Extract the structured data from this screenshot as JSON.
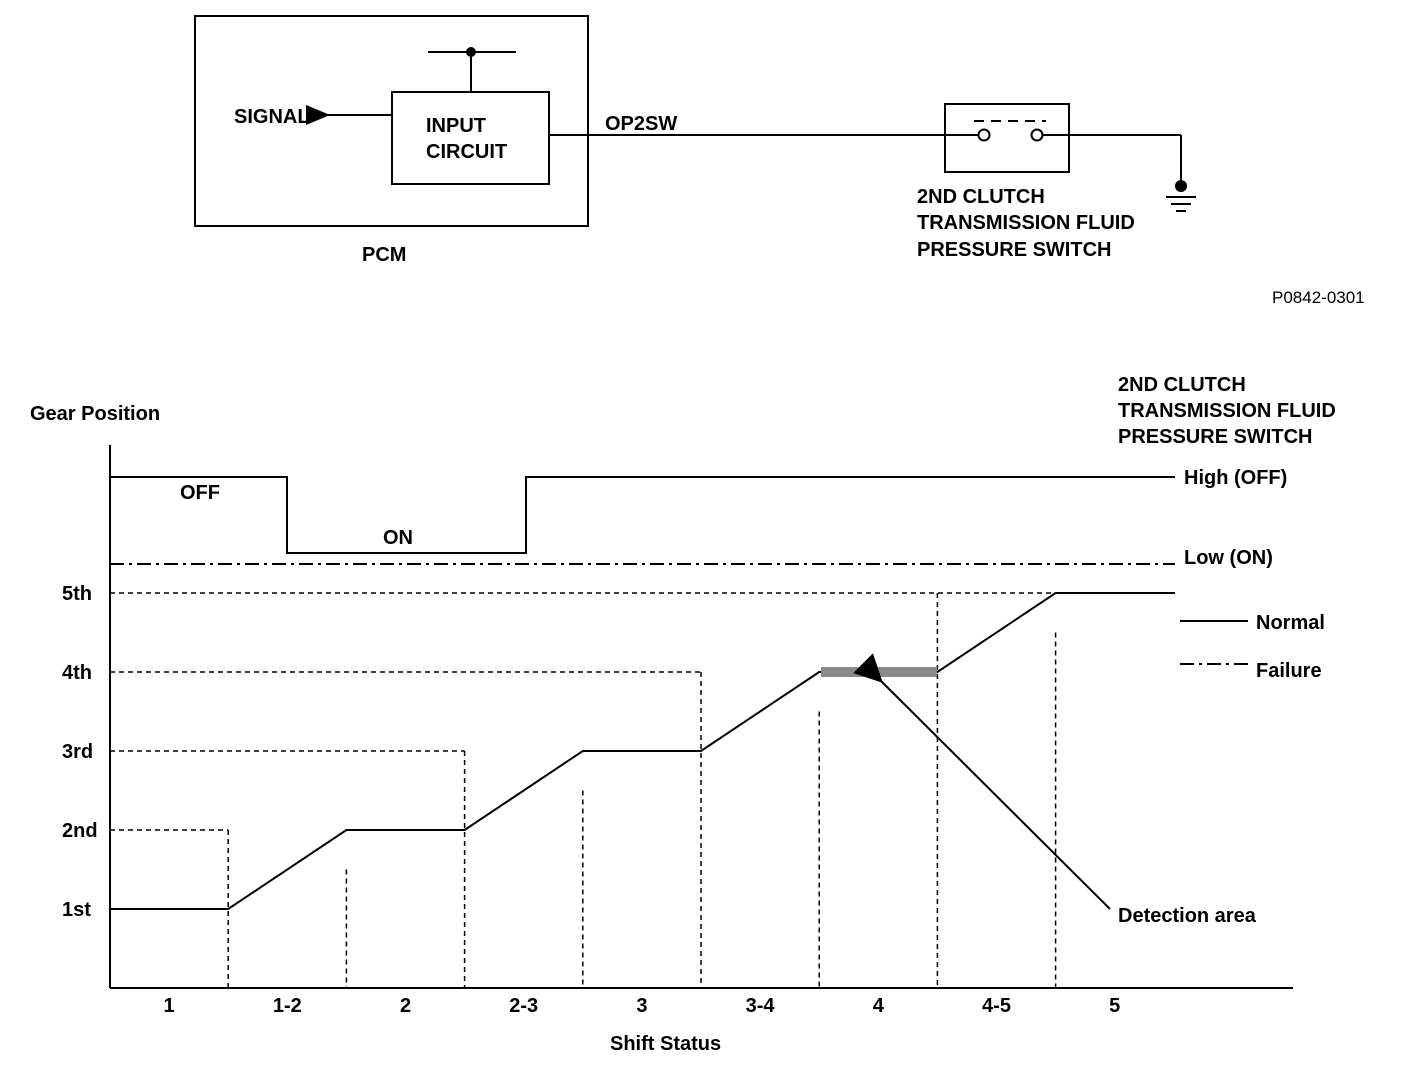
{
  "schematic": {
    "pcm_label": "PCM",
    "signal_label": "SIGNAL",
    "input_circuit_line1": "INPUT",
    "input_circuit_line2": "CIRCUIT",
    "wire_label": "OP2SW",
    "switch_line1": "2ND CLUTCH",
    "switch_line2": "TRANSMISSION FLUID",
    "switch_line3": "PRESSURE SWITCH",
    "figure_id": "P0842-0301"
  },
  "chart": {
    "y_title": "Gear Position",
    "x_title": "Shift Status",
    "gear_ticks": [
      "1st",
      "2nd",
      "3rd",
      "4th",
      "5th"
    ],
    "shift_ticks": [
      "1",
      "1-2",
      "2",
      "2-3",
      "3",
      "3-4",
      "4",
      "4-5",
      "5"
    ],
    "switch_title_line1": "2ND CLUTCH",
    "switch_title_line2": "TRANSMISSION FLUID",
    "switch_title_line3": "PRESSURE SWITCH",
    "high_label": "High (OFF)",
    "low_label": "Low (ON)",
    "off_label": "OFF",
    "on_label": "ON",
    "legend_normal": "Normal",
    "legend_failure": "Failure",
    "detection_label": "Detection area"
  },
  "chart_data": {
    "type": "line",
    "x": [
      "1",
      "1-2",
      "2",
      "2-3",
      "3",
      "3-4",
      "4",
      "4-5",
      "5"
    ],
    "gear_series": {
      "name": "Normal",
      "values": [
        1,
        1.5,
        2,
        2.5,
        3,
        3.5,
        4,
        4.5,
        5
      ]
    },
    "switch_state": [
      "OFF",
      "ON",
      "ON",
      "OFF",
      "OFF",
      "OFF",
      "OFF",
      "OFF",
      "OFF"
    ],
    "detection_area_at": "4"
  }
}
